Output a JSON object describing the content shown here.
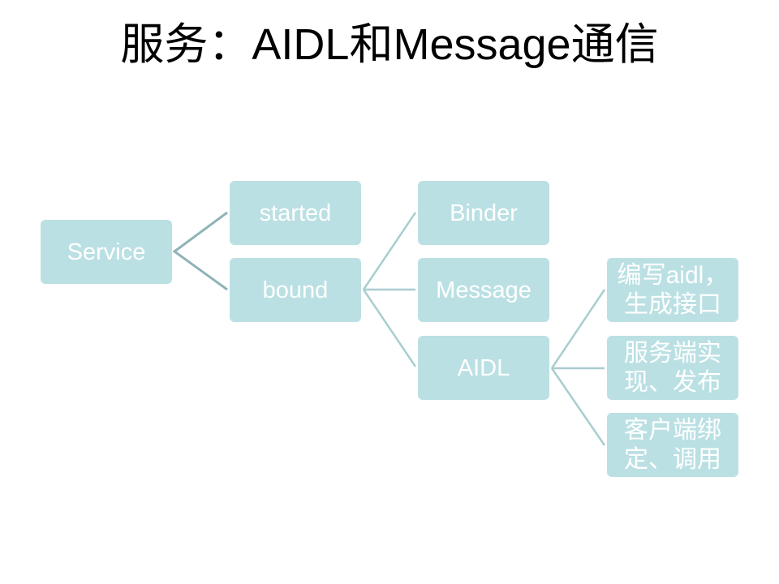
{
  "title": "服务：AIDL和Message通信",
  "nodes": {
    "service": "Service",
    "started": "started",
    "bound": "bound",
    "binder": "Binder",
    "message": "Message",
    "aidl": "AIDL",
    "step1": "编写aidl，生成接口",
    "step2": "服务端实现、发布",
    "step3": "客户端绑定、调用"
  },
  "colors": {
    "box": "#bbe0e3",
    "line_dark": "#8fb3b7",
    "line_light": "#a9cdd0",
    "text": "#ffffff"
  }
}
